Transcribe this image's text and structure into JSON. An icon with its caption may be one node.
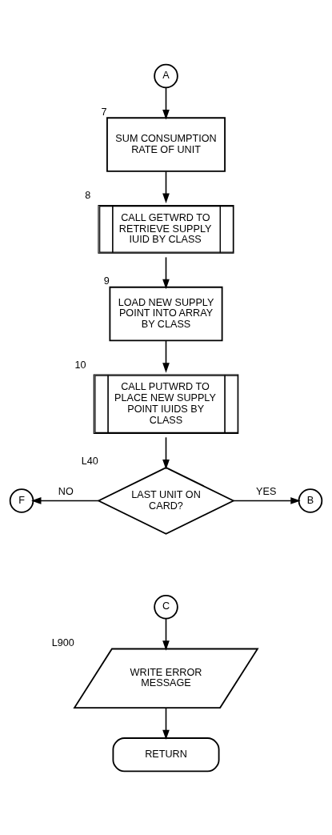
{
  "diagram": {
    "nodes": [
      {
        "text": [
          "A"
        ]
      },
      {
        "text": [
          "SUM CONSUMPTION RATE OF UNIT"
        ],
        "beside": [
          "7"
        ]
      },
      {
        "text": [
          "CALL GETWRD TO RETRIEVE SUPPLY IUID BY CLASS"
        ],
        "beside": [
          "8"
        ]
      },
      {
        "text": [
          "LOAD NEW SUPPLY POINT INTO ARRAY BY CLASS"
        ],
        "beside": [
          "9"
        ]
      },
      {
        "text": [
          "CALL PUTWRD TO PLACE NEW SUPPLY POINT IUIDS BY CLASS"
        ],
        "beside": [
          "10"
        ]
      },
      {
        "text": [
          "LAST UNIT ON CARD?"
        ],
        "beside": [
          "L40"
        ]
      },
      {
        "text": [
          "F"
        ]
      },
      {
        "text": [
          "B"
        ]
      },
      {
        "text": [
          "C"
        ]
      },
      {
        "text": [
          "WRITE ERROR MESSAGE"
        ],
        "beside": [
          "L900"
        ]
      },
      {
        "text": [
          "RETURN"
        ]
      }
    ],
    "edges": [
      {
        "from": 0,
        "to": 1,
        "arrow": "to"
      },
      {
        "from": 1,
        "to": 2,
        "arrow": "to"
      },
      {
        "from": 2,
        "to": 3,
        "arrow": "to"
      },
      {
        "from": 3,
        "to": 4,
        "arrow": "to"
      },
      {
        "from": 4,
        "to": 5,
        "arrow": "to"
      },
      {
        "from": 5,
        "to": 6,
        "arrow": "to",
        "label": "NO"
      },
      {
        "from": 5,
        "to": 7,
        "arrow": "to",
        "label": "YES"
      },
      {
        "from": 8,
        "to": 9,
        "arrow": "to"
      },
      {
        "from": 9,
        "to": 10,
        "arrow": "to"
      }
    ]
  }
}
